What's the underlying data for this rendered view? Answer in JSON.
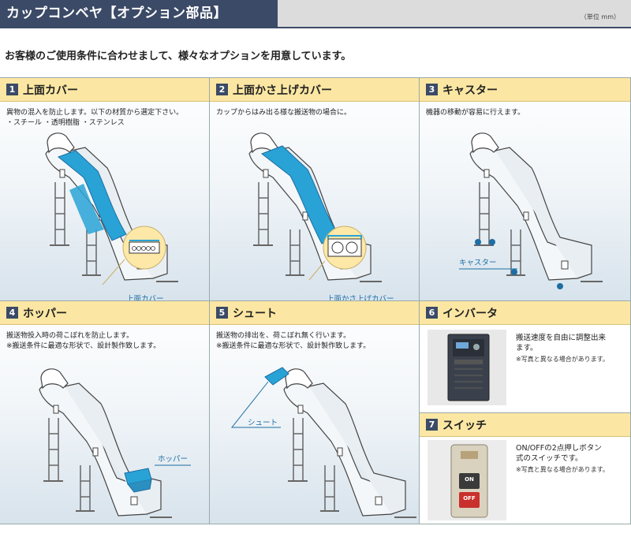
{
  "header": {
    "title": "カップコンベヤ【オプション部品】",
    "unit": "（単位 mm）"
  },
  "intro": "お客様のご使用条件に合わせまして、様々なオプションを用意しています。",
  "options": [
    {
      "num": "1",
      "title": "上面カバー",
      "desc": "異物の混入を防止します。以下の材質から選定下さい。\n・スチール ・透明樹脂 ・ステンレス",
      "callout": "上面カバー"
    },
    {
      "num": "2",
      "title": "上面かさ上げカバー",
      "desc": "カップからはみ出る様な搬送物の場合に。",
      "callout": "上面かさ上げカバー"
    },
    {
      "num": "3",
      "title": "キャスター",
      "desc": "機器の移動が容易に行えます。",
      "callout": "キャスター"
    },
    {
      "num": "4",
      "title": "ホッパー",
      "desc": "搬送物投入時の荷こぼれを防止します。\n※搬送条件に最適な形状で、設計製作致します。",
      "callout": "ホッパー"
    },
    {
      "num": "5",
      "title": "シュート",
      "desc": "搬送物の排出を、荷こぼれ無く行います。\n※搬送条件に最適な形状で、設計製作致します。",
      "callout": "シュート"
    },
    {
      "num": "6",
      "title": "インバータ",
      "desc": "搬送速度を自由に調整出来\nます。",
      "note": "※写真と異なる場合があります。"
    },
    {
      "num": "7",
      "title": "スイッチ",
      "desc": "ON/OFFの2点押しボタン\n式のスイッチです。",
      "note": "※写真と異なる場合があります。",
      "on_label": "ON",
      "off_label": "OFF"
    }
  ],
  "colors": {
    "header_bg": "#3b4a66",
    "title_band": "#fbe7a3",
    "accent_blue": "#1c6ea4",
    "cover_blue": "#29a3d6"
  }
}
